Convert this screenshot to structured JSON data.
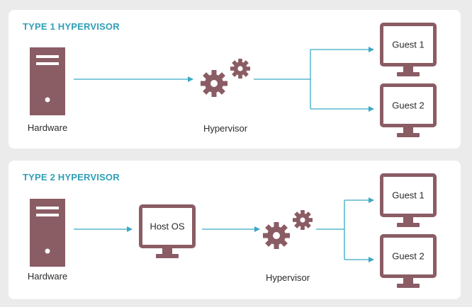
{
  "type1": {
    "title": "TYPE 1 HYPERVISOR",
    "hardware_label": "Hardware",
    "hypervisor_label": "Hypervisor",
    "guest1_label": "Guest 1",
    "guest2_label": "Guest 2"
  },
  "type2": {
    "title": "TYPE 2 HYPERVISOR",
    "hardware_label": "Hardware",
    "hostos_label": "Host OS",
    "hypervisor_label": "Hypervisor",
    "guest1_label": "Guest 1",
    "guest2_label": "Guest 2"
  },
  "colors": {
    "icon": "#8a5c64",
    "arrow": "#3aa9c4",
    "title": "#2f9fb7",
    "text": "#2b2b2b",
    "panel": "#ffffff",
    "background": "#ebebeb"
  },
  "icons": {
    "hardware": "server-tower-icon",
    "hypervisor": "gears-icon",
    "guest": "monitor-icon",
    "hostos": "monitor-icon"
  }
}
